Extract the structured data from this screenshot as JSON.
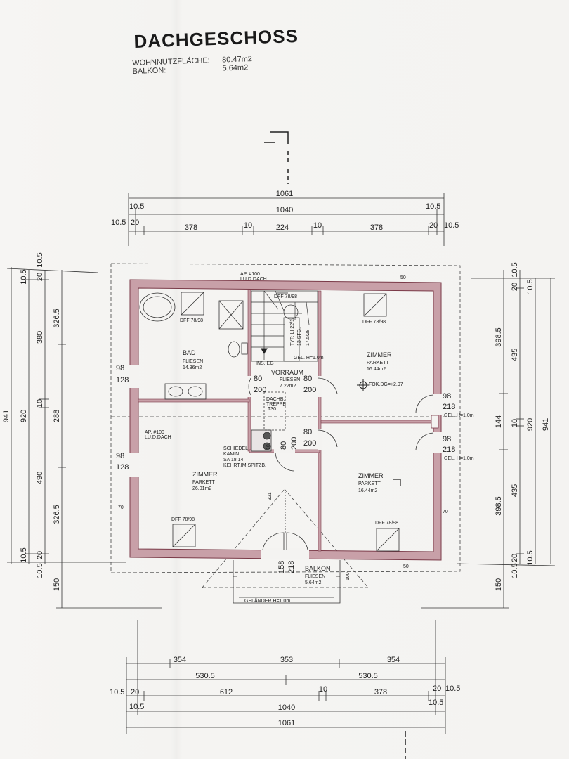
{
  "header": {
    "title": "DACHGESCHOSS",
    "area_label": "WOHNNUTZFLÄCHE:",
    "area_value": "80.47m2",
    "balcony_label": "BALKON:",
    "balcony_value": "5.64m2"
  },
  "colors": {
    "wall": "#c8a0a8",
    "wall_outline": "#7a3a48",
    "line": "#333333"
  },
  "dims_top": {
    "total": "1061",
    "inner": "1040",
    "edge_left": "10.5",
    "edge_right": "10.5",
    "row3_edge_left": "10.5",
    "row3_edge_right": "10.5",
    "seg": [
      "20",
      "378",
      "10",
      "224",
      "10",
      "378",
      "20"
    ]
  },
  "dims_bottom": {
    "seg1": [
      "354",
      "353",
      "354"
    ],
    "half": [
      "530.5",
      "530.5"
    ],
    "row3_edge_left": "10.5",
    "row3_edge_right": "10.5",
    "seg3": [
      "20",
      "612",
      "10",
      "378",
      "20"
    ],
    "inner_edge": "10.5",
    "inner": "1040",
    "total": "1061"
  },
  "dims_left": {
    "total": "941",
    "inner": "920",
    "a": [
      "10.5",
      "20",
      "380",
      "10",
      "490",
      "20",
      "10.5"
    ],
    "b": [
      "326.5",
      "288",
      "326.5"
    ],
    "top_edge": "10.5",
    "bottom": "150",
    "bottom_edge": "10.5"
  },
  "dims_right": {
    "total": "941",
    "inner": "920",
    "a": [
      "10.5",
      "20",
      "435",
      "10",
      "435",
      "20",
      "10.5"
    ],
    "b": [
      "398.5",
      "144",
      "398.5"
    ],
    "top_edge": "10.5",
    "bottom": "150",
    "bottom_edge": "10.5"
  },
  "rooms": {
    "bad": {
      "name": "BAD",
      "floor": "FLIESEN",
      "area": "14.36m2"
    },
    "vorraum": {
      "name": "VORRAUM",
      "floor": "FLIESEN",
      "area": "7.22m2"
    },
    "zimmer_ne": {
      "name": "ZIMMER",
      "floor": "PARKETT",
      "area": "16.44m2"
    },
    "zimmer_w": {
      "name": "ZIMMER",
      "floor": "PARKETT",
      "area": "26.01m2"
    },
    "zimmer_se": {
      "name": "ZIMMER",
      "floor": "PARKETT",
      "area": "16.44m2"
    },
    "balkon": {
      "name": "BALKON",
      "floor": "FLIESEN",
      "area": "5.64m2"
    }
  },
  "annotations": {
    "dff": "DFF 78/98",
    "ins_eg": "INS. EG",
    "stair_typ": "TYP. LI 22/1",
    "stair_stg": "13 STG.",
    "stair_ratio": "17.5/28",
    "gel": "GEL. H=1.0m",
    "fok": "FOK.DG=+2.97",
    "door_80": "80",
    "door_200": "200",
    "door_98": "98",
    "door_128": "128",
    "door_218": "218",
    "ap100": "AP. #100",
    "lu_dach": "LU.D.DACH",
    "kamin_1": "SCHIEDEL",
    "kamin_2": "KAMIN",
    "kamin_3": "SA 18 14",
    "kamin_4": "KEHRT.IM SPITZB.",
    "dachbod_1": "DACHB.",
    "dachbod_2": "TREPPE",
    "dachbod_3": "T30",
    "n70": "70",
    "n50": "50",
    "n321": "321",
    "n158": "158",
    "n218": "218",
    "n100": "100",
    "n10": "10",
    "gelaender": "GELÄNDER H=1.0m"
  }
}
